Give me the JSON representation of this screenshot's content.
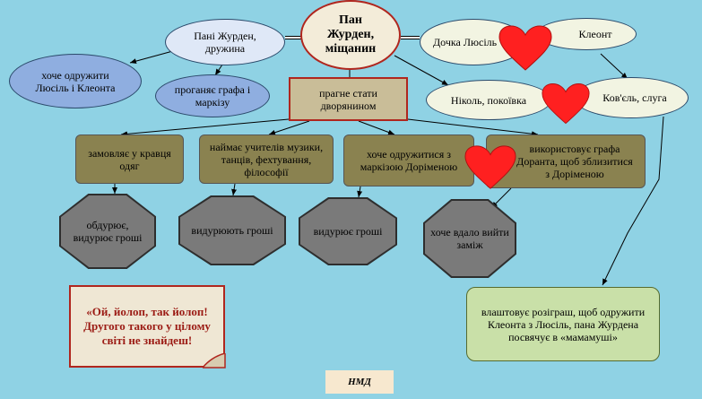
{
  "center": {
    "text": "Пан Журден, міщанин"
  },
  "wife": {
    "text": "Пані Журден, дружина"
  },
  "wife_wants": {
    "text": "хоче одружити Люсіль і Клеонта"
  },
  "wife_expels": {
    "text": "проганяє графа і маркізу"
  },
  "daughter": {
    "text": "Дочка Люсіль"
  },
  "cleonte": {
    "text": "Клеонт"
  },
  "nicole": {
    "text": "Ніколь, покоївка"
  },
  "covielle": {
    "text": "Ков'єль, слуга"
  },
  "goal": {
    "text": "прагне стати дворянином"
  },
  "actions": [
    {
      "text": "замовляє у кравця одяг"
    },
    {
      "text": "наймає учителів музики, танців, фехтування, філософії"
    },
    {
      "text": "хоче одружитися з маркізою Доріменою"
    },
    {
      "text": "використовує графа Доранта, щоб зблизитися з Доріменою"
    }
  ],
  "results": [
    {
      "text": "обдурює, видурює гроші"
    },
    {
      "text": "видурюють гроші"
    },
    {
      "text": "видурює гроші"
    },
    {
      "text": "хоче вдало вийти заміж"
    }
  ],
  "covielle_plan": {
    "text": "влаштовує розіграш, щоб одружити Клеонта з Люсіль, пана Журдена посвячує в «мамамуші»"
  },
  "quote": {
    "text": "«Ой, йолоп, так йолоп! Другого такого у цілому світі не знайдеш!"
  },
  "author_tag": {
    "text": "НМД"
  },
  "colors": {
    "background": "#8fd2e4",
    "heart": "#ff2020",
    "box_olive": "#8a8250",
    "octagon": "#767676"
  }
}
